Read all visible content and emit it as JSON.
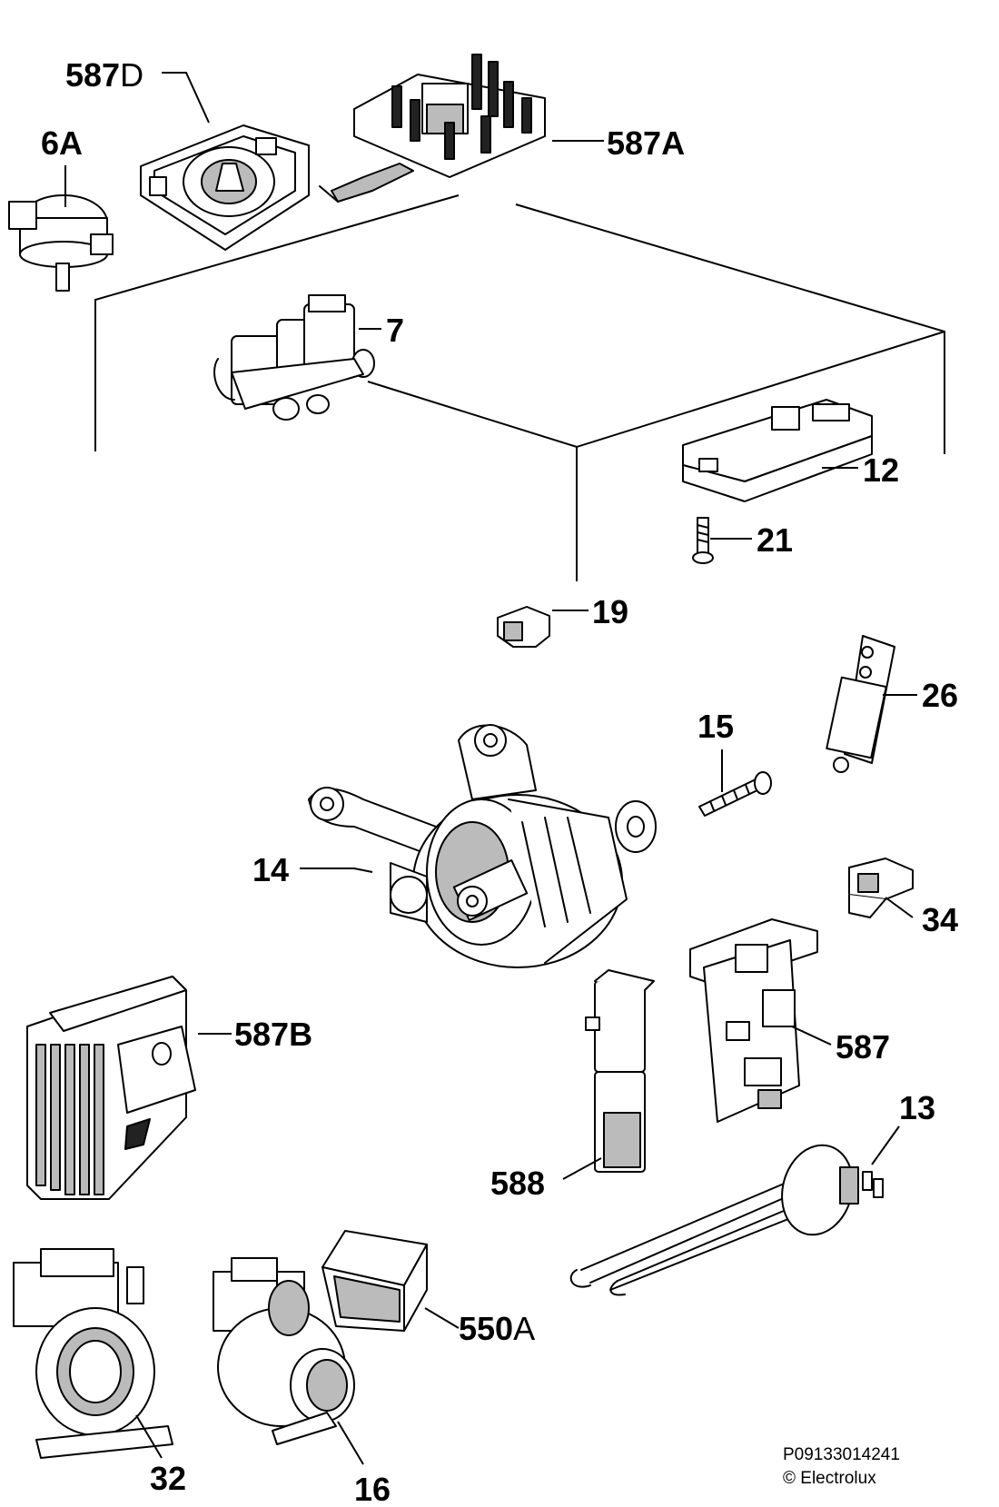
{
  "labels": {
    "l587D_num": "587",
    "l587D_suf": "D",
    "l587A": "587A",
    "l6A": "6A",
    "l7": "7",
    "l12": "12",
    "l21": "21",
    "l19": "19",
    "l26": "26",
    "l15": "15",
    "l14": "14",
    "l34": "34",
    "l587B": "587B",
    "l587": "587",
    "l13": "13",
    "l588": "588",
    "l550A_num": "550",
    "l550A_suf": "A",
    "l32": "32",
    "l16": "16"
  },
  "footer": {
    "code": "P09133014241",
    "copyright": "© Electrolux"
  }
}
